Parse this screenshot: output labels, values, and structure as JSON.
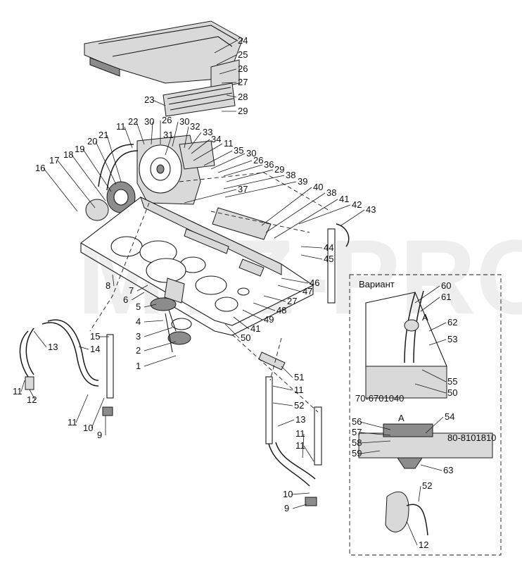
{
  "watermark": "MTZ-PRO",
  "variant_label": "Вариант",
  "section_letter": "A",
  "part_codes": {
    "housing": "70-6701040",
    "panel": "80-8101810"
  },
  "callouts": [
    "1",
    "2",
    "3",
    "4",
    "5",
    "6",
    "7",
    "8",
    "9",
    "10",
    "11",
    "12",
    "13",
    "14",
    "15",
    "16",
    "17",
    "18",
    "19",
    "20",
    "21",
    "22",
    "23",
    "24",
    "25",
    "26",
    "27",
    "28",
    "29",
    "30",
    "31",
    "32",
    "33",
    "34",
    "35",
    "36",
    "37",
    "38",
    "39",
    "40",
    "41",
    "42",
    "43",
    "44",
    "45",
    "46",
    "47",
    "48",
    "49",
    "50",
    "51",
    "52",
    "53",
    "54",
    "55",
    "56",
    "57",
    "58",
    "59",
    "60",
    "61",
    "62",
    "63"
  ]
}
